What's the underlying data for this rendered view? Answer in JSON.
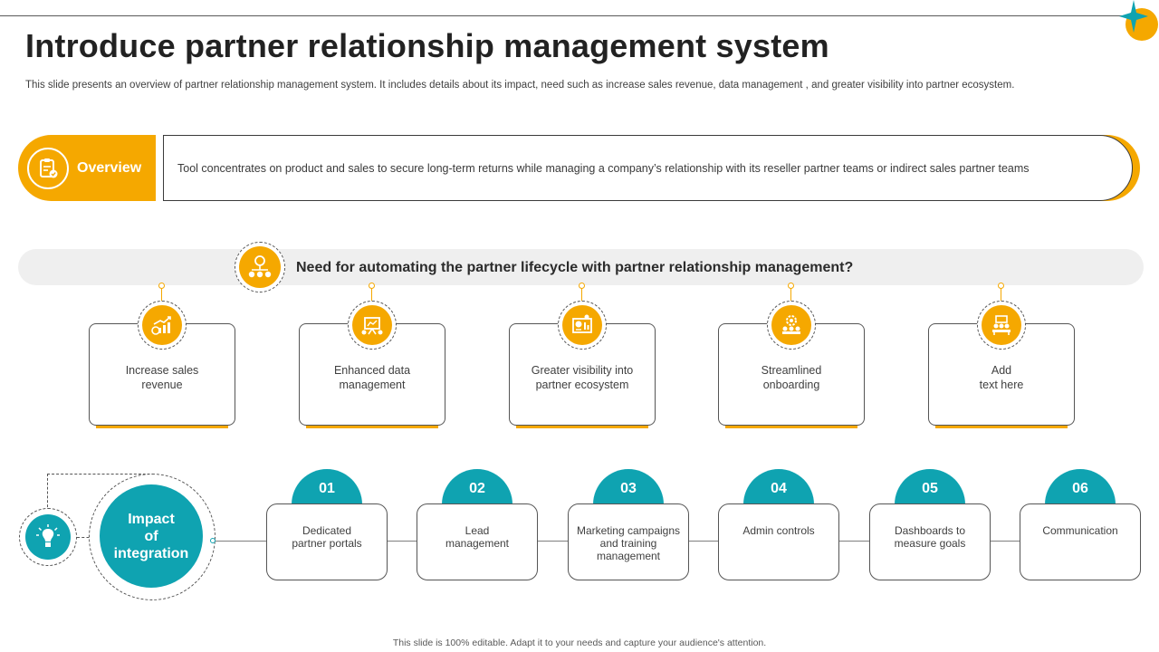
{
  "title": "Introduce partner relationship management system",
  "subtitle": "This slide presents an overview of partner relationship management system. It includes details about its impact, need such as increase sales revenue, data management , and greater visibility into partner ecosystem.",
  "overview": {
    "label": "Overview",
    "text": "Tool concentrates on product and sales to secure long-term returns while managing a company’s relationship with its reseller partner teams or indirect sales partner teams",
    "icon": "clipboard-check-icon"
  },
  "need": {
    "question": "Need for automating the partner lifecycle with partner relationship management?",
    "icon": "network-hierarchy-icon",
    "cards": [
      {
        "label": "Increase sales\nrevenue",
        "icon": "growth-chart-icon"
      },
      {
        "label": "Enhanced data\nmanagement",
        "icon": "data-board-icon"
      },
      {
        "label": "Greater visibility into\npartner ecosystem",
        "icon": "dashboard-icon"
      },
      {
        "label": "Streamlined\nonboarding",
        "icon": "team-gears-icon"
      },
      {
        "label": "Add\ntext here",
        "icon": "meeting-icon"
      }
    ]
  },
  "impact": {
    "title": "Impact\nof\nintegration",
    "icon": "lightbulb-hand-icon",
    "steps": [
      {
        "num": "01",
        "label": "Dedicated\npartner portals"
      },
      {
        "num": "02",
        "label": "Lead\nmanagement"
      },
      {
        "num": "03",
        "label": "Marketing campaigns\nand training\nmanagement"
      },
      {
        "num": "04",
        "label": "Admin controls"
      },
      {
        "num": "05",
        "label": "Dashboards to\nmeasure goals"
      },
      {
        "num": "06",
        "label": "Communication"
      }
    ]
  },
  "footer": "This slide is 100% editable. Adapt it to your needs and capture your audience's attention.",
  "colors": {
    "accent": "#F5A800",
    "teal": "#0FA3B1",
    "text": "#262626"
  }
}
